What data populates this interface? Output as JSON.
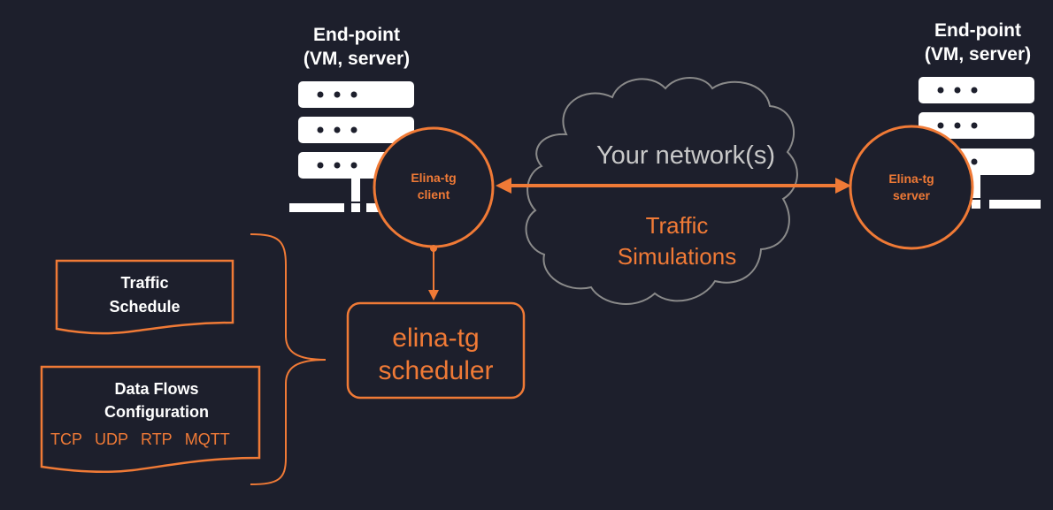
{
  "endpoint_left": {
    "title": "End-point\n(VM, server)"
  },
  "endpoint_right": {
    "title": "End-point\n(VM, server)"
  },
  "client": {
    "label": "Elina-tg\nclient"
  },
  "server": {
    "label": "Elina-tg\nserver"
  },
  "cloud": {
    "title": "Your network(s)",
    "subtitle": "Traffic\nSimulations"
  },
  "scheduler": {
    "label": "elina-tg\nscheduler"
  },
  "traffic_schedule": {
    "label": "Traffic\nSchedule"
  },
  "data_flows": {
    "label": "Data Flows\nConfiguration",
    "protocols": [
      "TCP",
      "UDP",
      "RTP",
      "MQTT"
    ]
  },
  "colors": {
    "accent": "#f07a36",
    "background": "#1d1f2c",
    "cloud_stroke": "#8a8a8a",
    "text": "#ffffff"
  }
}
